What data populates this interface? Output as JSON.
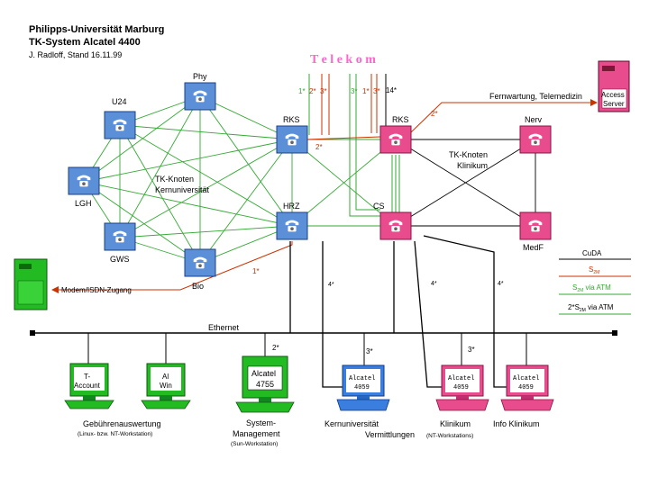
{
  "header": {
    "title1": "Philipps-Universität Marburg",
    "title2": "TK-System Alcatel 4400",
    "author": "J. Radloff, Stand 16.11.99"
  },
  "telekom": "T e l e k o m",
  "trunks": {
    "left_1": "1*",
    "left_2": "2*",
    "left_3": "3*",
    "right_3": "3*",
    "right_1": "1*",
    "right_3b": "3*",
    "right_14": "14*"
  },
  "nodes": {
    "phy": "Phy",
    "u24": "U24",
    "lgh": "LGH",
    "gws": "GWS",
    "bio": "Bio",
    "rks_blue": "RKS",
    "hrz": "HRZ",
    "rks_pink": "RKS",
    "cs": "CS",
    "nerv": "Nerv",
    "medf": "MedF"
  },
  "regions": {
    "kern_1": "TK-Knoten",
    "kern_2": "Kernuniversität",
    "klin_1": "TK-Knoten",
    "klin_2": "Klinikum"
  },
  "access": {
    "fernwartung": "Fernwartung, Telemedizin",
    "server_1": "Access",
    "server_2": "Server",
    "modem": "Modem/ISDN-Zugang"
  },
  "links": {
    "rks_2star": "2*",
    "fern_2star": "2*",
    "modem_1star": "1*",
    "c4_a": "4*",
    "c4_b": "4*",
    "c4_c": "4*"
  },
  "legend": {
    "cuda": "CuDA",
    "s2m": "S",
    "s2m_sub": "2M",
    "atm_pre": "S",
    "atm_sub": "2M",
    "atm_post": " via ATM",
    "atm2_pre": "2*S",
    "atm2_sub": "2M",
    "atm2_post": " via ATM",
    "colors": {
      "cuda": "#000000",
      "s2m": "#cc3300",
      "atm": "#33aa33"
    }
  },
  "ethernet": "Ethernet",
  "workstations": {
    "t_account_1": "T-",
    "t_account_2": "Account",
    "al_win_1": "Al",
    "al_win_2": "Win",
    "alcatel": "Alcatel",
    "model_4755": "4755",
    "model_4059_a": "4059",
    "model_4059_b": "4059",
    "model_4059_c": "4059",
    "sysmgmt_2star": "2*",
    "kern_3star": "3*",
    "klin_3star": "3*"
  },
  "captions": {
    "gebuehren": "Gebührenauswertung",
    "gebuehren_sub": "(Linux- bzw. NT-Workstation)",
    "sysmgmt_1": "System-",
    "sysmgmt_2": "Management",
    "sysmgmt_sub": "(Sun-Workstation)",
    "kernuni": "Kernuniversität",
    "klinikum": "Klinikum",
    "info": "Info Klinikum",
    "vermittlungen": "Vermittlungen",
    "vermittlungen_sub": "(NT-Workstations)"
  }
}
